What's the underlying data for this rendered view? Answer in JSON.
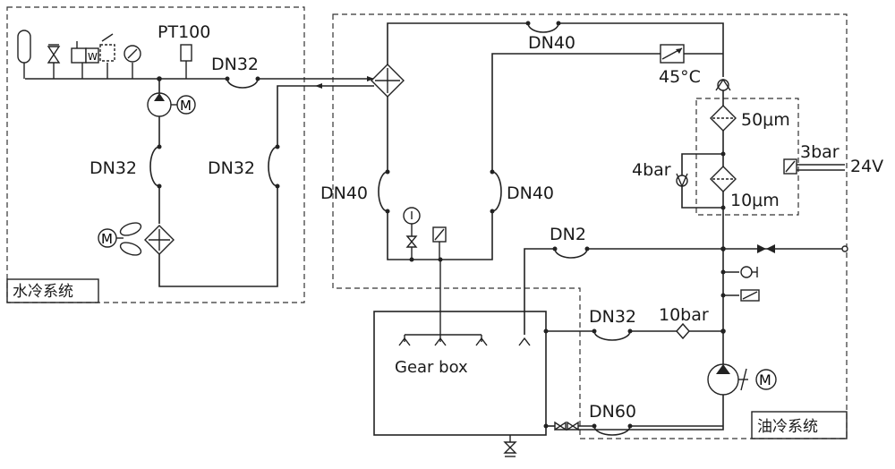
{
  "sections": {
    "water_cooling": "水冷系统",
    "oil_cooling": "油冷系统"
  },
  "labels": {
    "pt100": "PT100",
    "dn32_top": "DN32",
    "dn32_left": "DN32",
    "dn32_mid": "DN32",
    "dn40_top": "DN40",
    "dn40_left": "DN40",
    "dn40_right": "DN40",
    "dn2": "DN2",
    "dn32_lower": "DN32",
    "dn60": "DN60",
    "temp_45": "45°C",
    "filter_50": "50μm",
    "filter_10": "10μm",
    "relief_4bar": "4bar",
    "switch_3bar": "3bar",
    "voltage_24v": "24V",
    "relief_10bar": "10bar",
    "gearbox": "Gear box"
  },
  "icons": [
    "accumulator-icon",
    "check-valve-icon",
    "solenoid-valve-icon",
    "pressure-gauge-icon",
    "pump-icon",
    "motor-icon",
    "fan-icon",
    "heat-exchanger-icon",
    "thermostatic-valve-icon",
    "filter-icon",
    "pressure-switch-icon",
    "drain-valve-icon"
  ]
}
